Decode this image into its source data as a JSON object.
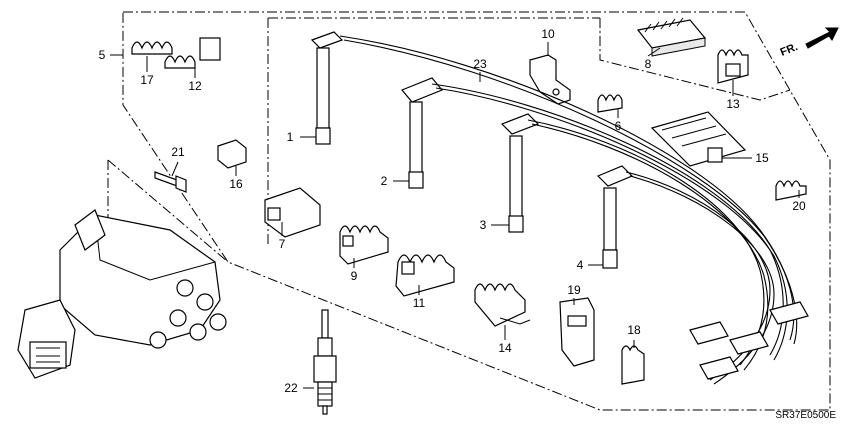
{
  "diagram": {
    "code": "SR37E0500E",
    "direction": "FR.",
    "parts": [
      {
        "no": "1"
      },
      {
        "no": "2"
      },
      {
        "no": "3"
      },
      {
        "no": "4"
      },
      {
        "no": "5"
      },
      {
        "no": "6"
      },
      {
        "no": "7"
      },
      {
        "no": "8"
      },
      {
        "no": "9"
      },
      {
        "no": "10"
      },
      {
        "no": "11"
      },
      {
        "no": "12"
      },
      {
        "no": "13"
      },
      {
        "no": "14"
      },
      {
        "no": "15"
      },
      {
        "no": "16"
      },
      {
        "no": "17"
      },
      {
        "no": "18"
      },
      {
        "no": "19"
      },
      {
        "no": "20"
      },
      {
        "no": "21"
      },
      {
        "no": "22"
      },
      {
        "no": "23"
      }
    ]
  }
}
